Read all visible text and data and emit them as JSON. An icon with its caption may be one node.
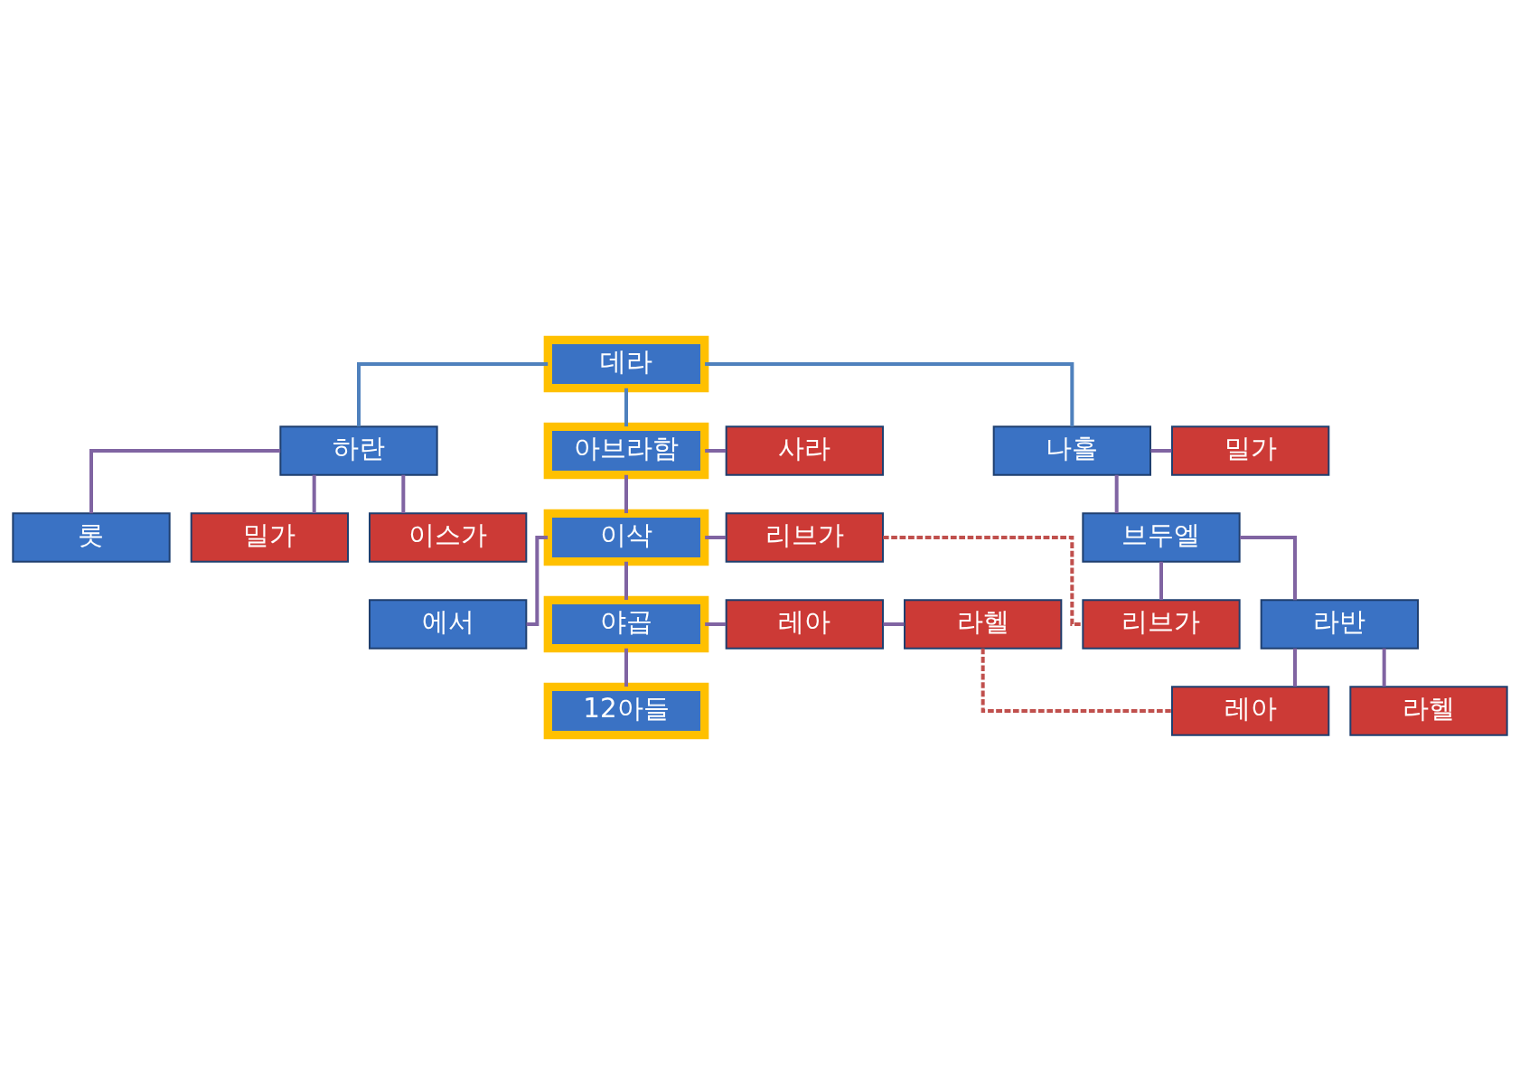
{
  "diagram": {
    "nodes": [
      {
        "text": [
          "데라"
        ]
      },
      {
        "text": [
          "하란"
        ]
      },
      {
        "text": [
          "아브라함"
        ]
      },
      {
        "text": [
          "사라"
        ]
      },
      {
        "text": [
          "나홀"
        ]
      },
      {
        "text": [
          "밀가"
        ]
      },
      {
        "text": [
          "롯"
        ]
      },
      {
        "text": [
          "밀가"
        ]
      },
      {
        "text": [
          "이스가"
        ]
      },
      {
        "text": [
          "브두엘"
        ]
      },
      {
        "text": [
          "이삭"
        ]
      },
      {
        "text": [
          "리브가"
        ]
      },
      {
        "text": [
          "리브가"
        ]
      },
      {
        "text": [
          "라반"
        ]
      },
      {
        "text": [
          "에서"
        ]
      },
      {
        "text": [
          "야곱"
        ]
      },
      {
        "text": [
          "레아"
        ]
      },
      {
        "text": [
          "라헬"
        ]
      },
      {
        "text": [
          "레아"
        ]
      },
      {
        "text": [
          "라헬"
        ]
      },
      {
        "text": [
          "12아들"
        ]
      }
    ],
    "edges": [
      {
        "from": 0,
        "to": 1,
        "arrow": "none",
        "color": "#4f81bd"
      },
      {
        "from": 0,
        "to": 2,
        "arrow": "none",
        "color": "#4f81bd"
      },
      {
        "from": 0,
        "to": 4,
        "arrow": "none",
        "color": "#4f81bd"
      },
      {
        "from": 2,
        "to": 3,
        "arrow": "none"
      },
      {
        "from": 2,
        "to": 10,
        "arrow": "none"
      },
      {
        "from": 1,
        "to": 6,
        "arrow": "none"
      },
      {
        "from": 1,
        "to": 7,
        "arrow": "none"
      },
      {
        "from": 1,
        "to": 8,
        "arrow": "none"
      },
      {
        "from": 4,
        "to": 5,
        "arrow": "none"
      },
      {
        "from": 4,
        "to": 9,
        "arrow": "none"
      },
      {
        "from": 10,
        "to": 11,
        "arrow": "none"
      },
      {
        "from": 10,
        "to": 14,
        "arrow": "none"
      },
      {
        "from": 10,
        "to": 15,
        "arrow": "none"
      },
      {
        "from": 11,
        "to": 12,
        "arrow": "none",
        "style": "dashed",
        "color": "#c0504d"
      },
      {
        "from": 9,
        "to": 12,
        "arrow": "none"
      },
      {
        "from": 9,
        "to": 13,
        "arrow": "none"
      },
      {
        "from": 15,
        "to": 16,
        "arrow": "none"
      },
      {
        "from": 16,
        "to": 17,
        "arrow": "none"
      },
      {
        "from": 17,
        "to": 18,
        "arrow": "none",
        "style": "dashed",
        "color": "#c0504d"
      },
      {
        "from": 13,
        "to": 18,
        "arrow": "none"
      },
      {
        "from": 13,
        "to": 19,
        "arrow": "none"
      },
      {
        "from": 15,
        "to": 20,
        "arrow": "none"
      }
    ]
  }
}
